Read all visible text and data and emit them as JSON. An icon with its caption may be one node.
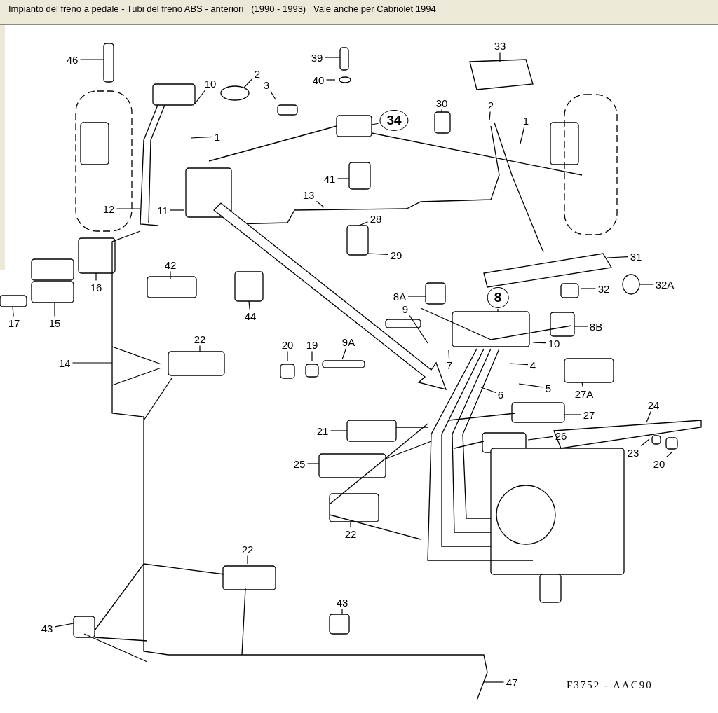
{
  "diagram": {
    "title": "Impianto del freno a pedale - Tubi del freno ABS - anteriori   (1990 - 1993)   Vale anche per Cabriolet 1994",
    "nodes": [
      {
        "text": [
          "46"
        ]
      },
      {
        "text": [
          "39"
        ]
      },
      {
        "text": [
          "33"
        ]
      },
      {
        "text": [
          "2"
        ]
      },
      {
        "text": [
          "40"
        ]
      },
      {
        "text": [
          "10"
        ]
      },
      {
        "text": [
          "3"
        ]
      },
      {
        "text": [
          "30"
        ]
      },
      {
        "text": [
          "2"
        ]
      },
      {
        "text": [
          "34"
        ]
      },
      {
        "text": [
          "1"
        ]
      },
      {
        "text": [
          "1"
        ]
      },
      {
        "text": [
          "41"
        ]
      },
      {
        "text": [
          "13"
        ]
      },
      {
        "text": [
          "12"
        ]
      },
      {
        "text": [
          "11"
        ]
      },
      {
        "text": [
          "28"
        ]
      },
      {
        "text": [
          "29"
        ]
      },
      {
        "text": [
          "31"
        ]
      },
      {
        "text": [
          "42"
        ]
      },
      {
        "text": [
          "16"
        ]
      },
      {
        "text": [
          "32"
        ]
      },
      {
        "text": [
          "32A"
        ]
      },
      {
        "text": [
          "8A"
        ]
      },
      {
        "text": [
          "8"
        ]
      },
      {
        "text": [
          "9"
        ]
      },
      {
        "text": [
          "44"
        ]
      },
      {
        "text": [
          "15"
        ]
      },
      {
        "text": [
          "17"
        ]
      },
      {
        "text": [
          "8B"
        ]
      },
      {
        "text": [
          "22"
        ]
      },
      {
        "text": [
          "10"
        ]
      },
      {
        "text": [
          "20"
        ]
      },
      {
        "text": [
          "19"
        ]
      },
      {
        "text": [
          "9A"
        ]
      },
      {
        "text": [
          "14"
        ]
      },
      {
        "text": [
          "7"
        ]
      },
      {
        "text": [
          "4"
        ]
      },
      {
        "text": [
          "5"
        ]
      },
      {
        "text": [
          "6"
        ]
      },
      {
        "text": [
          "27A"
        ]
      },
      {
        "text": [
          "24"
        ]
      },
      {
        "text": [
          "27"
        ]
      },
      {
        "text": [
          "21"
        ]
      },
      {
        "text": [
          "26"
        ]
      },
      {
        "text": [
          "23"
        ]
      },
      {
        "text": [
          "25"
        ]
      },
      {
        "text": [
          "20"
        ]
      },
      {
        "text": [
          "22"
        ]
      },
      {
        "text": [
          "22"
        ]
      },
      {
        "text": [
          "43"
        ]
      },
      {
        "text": [
          "43"
        ]
      },
      {
        "text": [
          "47"
        ]
      }
    ],
    "edges": [
      {
        "from": 0,
        "to": null,
        "arrow": "none"
      },
      {
        "from": 1,
        "to": null,
        "arrow": "none"
      },
      {
        "from": 2,
        "to": null,
        "arrow": "none"
      },
      {
        "from": 3,
        "to": null,
        "arrow": "none"
      },
      {
        "from": 4,
        "to": null,
        "arrow": "none"
      },
      {
        "from": 5,
        "to": null,
        "arrow": "none"
      },
      {
        "from": 6,
        "to": null,
        "arrow": "none"
      },
      {
        "from": 7,
        "to": null,
        "arrow": "none"
      },
      {
        "from": 8,
        "to": null,
        "arrow": "none"
      },
      {
        "from": 9,
        "to": null,
        "arrow": "none"
      },
      {
        "from": 10,
        "to": null,
        "arrow": "none"
      },
      {
        "from": 11,
        "to": null,
        "arrow": "none"
      },
      {
        "from": 12,
        "to": null,
        "arrow": "none"
      },
      {
        "from": 13,
        "to": null,
        "arrow": "none"
      },
      {
        "from": 14,
        "to": null,
        "arrow": "none"
      },
      {
        "from": 15,
        "to": null,
        "arrow": "none"
      },
      {
        "from": 16,
        "to": null,
        "arrow": "none"
      },
      {
        "from": 17,
        "to": null,
        "arrow": "none"
      },
      {
        "from": 18,
        "to": null,
        "arrow": "none"
      },
      {
        "from": 19,
        "to": null,
        "arrow": "none"
      },
      {
        "from": 20,
        "to": null,
        "arrow": "none"
      },
      {
        "from": 21,
        "to": null,
        "arrow": "none"
      },
      {
        "from": 22,
        "to": null,
        "arrow": "none"
      },
      {
        "from": 23,
        "to": null,
        "arrow": "none"
      },
      {
        "from": 24,
        "to": null,
        "arrow": "none"
      },
      {
        "from": 25,
        "to": null,
        "arrow": "none"
      },
      {
        "from": 26,
        "to": null,
        "arrow": "none"
      },
      {
        "from": 27,
        "to": null,
        "arrow": "none"
      },
      {
        "from": 28,
        "to": null,
        "arrow": "none"
      },
      {
        "from": 29,
        "to": null,
        "arrow": "none"
      },
      {
        "from": 30,
        "to": null,
        "arrow": "none"
      },
      {
        "from": 31,
        "to": null,
        "arrow": "none"
      },
      {
        "from": 32,
        "to": null,
        "arrow": "none"
      },
      {
        "from": 33,
        "to": null,
        "arrow": "none"
      },
      {
        "from": 34,
        "to": null,
        "arrow": "none"
      },
      {
        "from": 35,
        "to": null,
        "arrow": "none"
      },
      {
        "from": 36,
        "to": null,
        "arrow": "none"
      },
      {
        "from": 37,
        "to": null,
        "arrow": "none"
      },
      {
        "from": 38,
        "to": null,
        "arrow": "none"
      },
      {
        "from": 39,
        "to": null,
        "arrow": "none"
      },
      {
        "from": 40,
        "to": null,
        "arrow": "none"
      },
      {
        "from": 41,
        "to": null,
        "arrow": "none"
      },
      {
        "from": 42,
        "to": null,
        "arrow": "none"
      },
      {
        "from": 43,
        "to": null,
        "arrow": "none"
      },
      {
        "from": 44,
        "to": null,
        "arrow": "none"
      },
      {
        "from": 45,
        "to": null,
        "arrow": "none"
      },
      {
        "from": 46,
        "to": null,
        "arrow": "none"
      },
      {
        "from": 47,
        "to": null,
        "arrow": "none"
      },
      {
        "from": 48,
        "to": null,
        "arrow": "none"
      },
      {
        "from": 49,
        "to": null,
        "arrow": "none"
      },
      {
        "from": 50,
        "to": null,
        "arrow": "none"
      },
      {
        "from": 51,
        "to": null,
        "arrow": "none"
      },
      {
        "from": 52,
        "to": null,
        "arrow": "none"
      }
    ],
    "labels": [
      "F3752 - AAC90"
    ]
  }
}
